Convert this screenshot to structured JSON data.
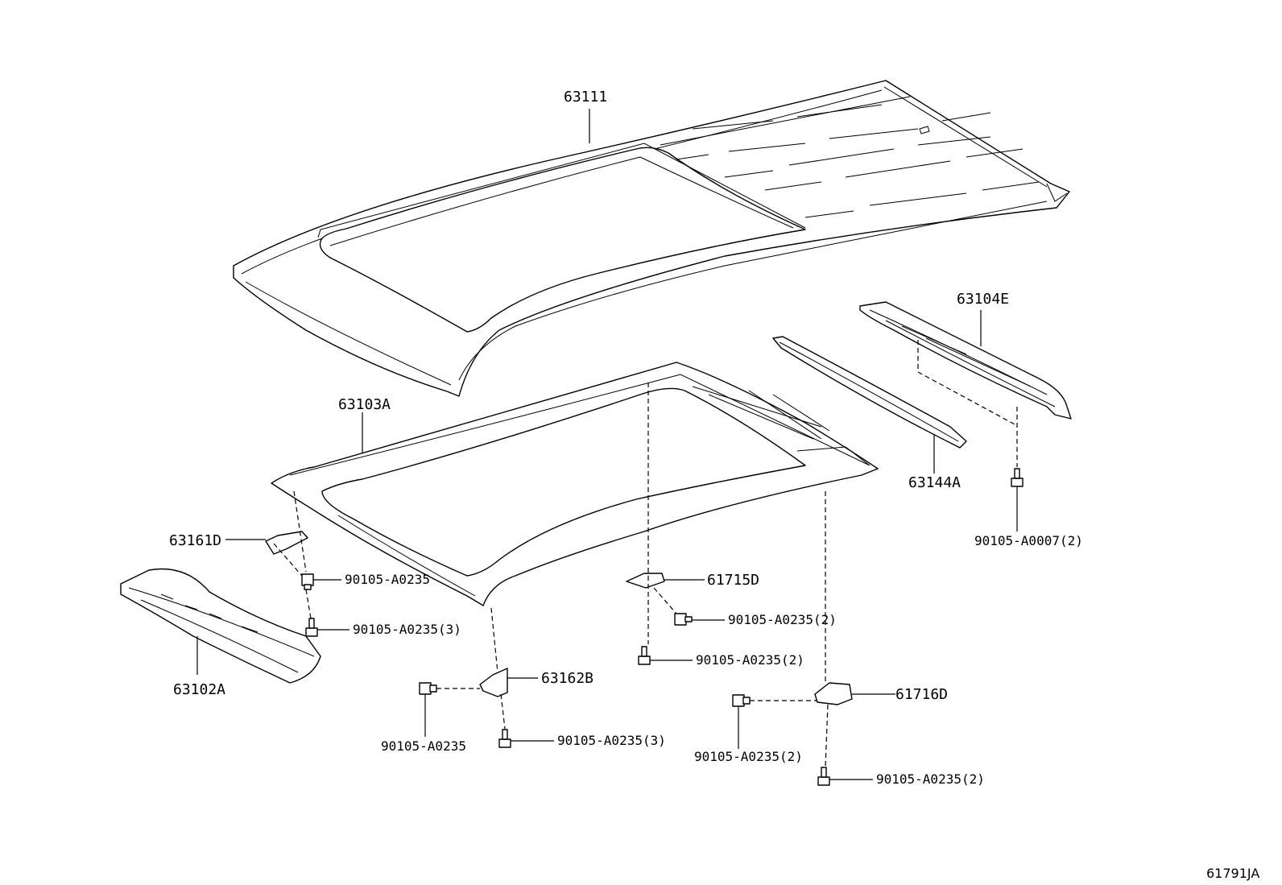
{
  "diagram": {
    "id": "61791JA",
    "labels": {
      "roof_panel": "63111",
      "roof_reinforcement": "63103A",
      "rear_header_panel": "63104E",
      "roof_bow": "63144A",
      "bracket_left": "63161D",
      "front_header_panel": "63102A",
      "bracket_front": "63162B",
      "bracket_center": "61715D",
      "bracket_right": "61716D",
      "bolt_a": "90105-A0235",
      "bolt_b": "90105-A0235(3)",
      "bolt_c": "90105-A0235(2)",
      "bolt_d": "90105-A0235(2)",
      "bolt_e": "90105-A0235",
      "bolt_f": "90105-A0235(3)",
      "bolt_g": "90105-A0235(2)",
      "bolt_h": "90105-A0235(2)",
      "bolt_i": "90105-A0007(2)"
    }
  }
}
